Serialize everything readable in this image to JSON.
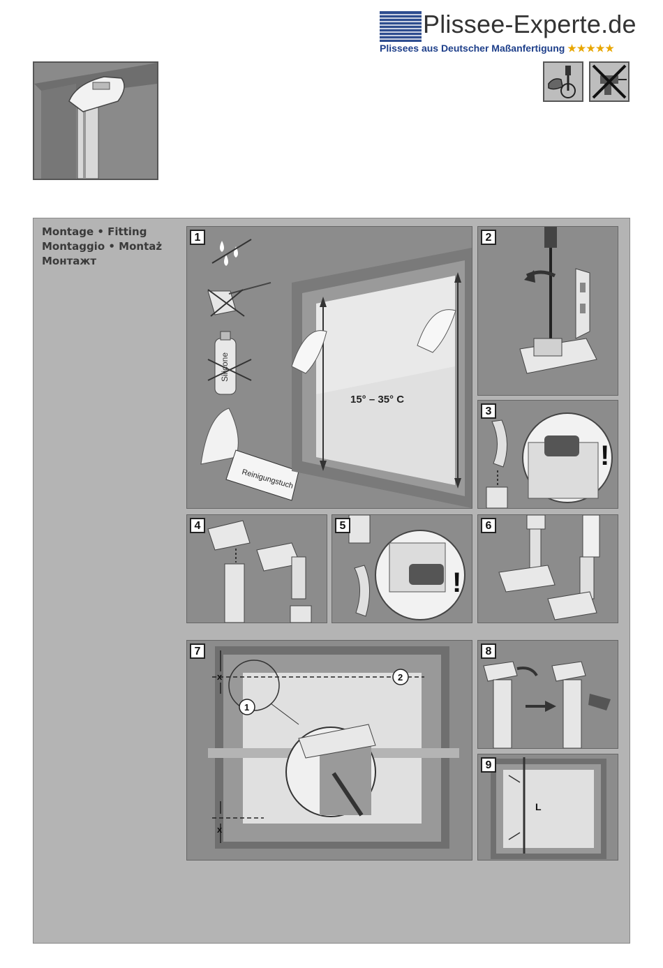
{
  "brand": {
    "name": "Plissee-Experte.de",
    "tagline": "Plissees aus Deutscher Maßanfertigung",
    "stars": "★★★★★"
  },
  "tools": {
    "allowed_icon": "screwdriver-icon",
    "forbidden_icon": "drill-crossed-icon"
  },
  "section": {
    "title_line1": "Montage • Fitting",
    "title_line2": "Montaggio • Montaż",
    "title_line3": "Монтажт"
  },
  "steps": {
    "s1": {
      "num": "1",
      "temperature": "15° – 35° C",
      "silicone": "Silicone",
      "cloth": "Reinigungstuch"
    },
    "s2": {
      "num": "2"
    },
    "s3": {
      "num": "3",
      "warn": "!"
    },
    "s4": {
      "num": "4"
    },
    "s5": {
      "num": "5",
      "warn": "!"
    },
    "s6": {
      "num": "6"
    },
    "s7": {
      "num": "7",
      "mark_x_top": "x",
      "mark_x_bottom": "x",
      "callout1": "1",
      "callout2": "2"
    },
    "s8": {
      "num": "8"
    },
    "s9": {
      "num": "9",
      "length": "L"
    }
  },
  "colors": {
    "brand_blue": "#1e3f8a",
    "stars": "#e8a600",
    "panel_bg": "#b4b4b4",
    "step_bg": "#8c8c8c"
  }
}
